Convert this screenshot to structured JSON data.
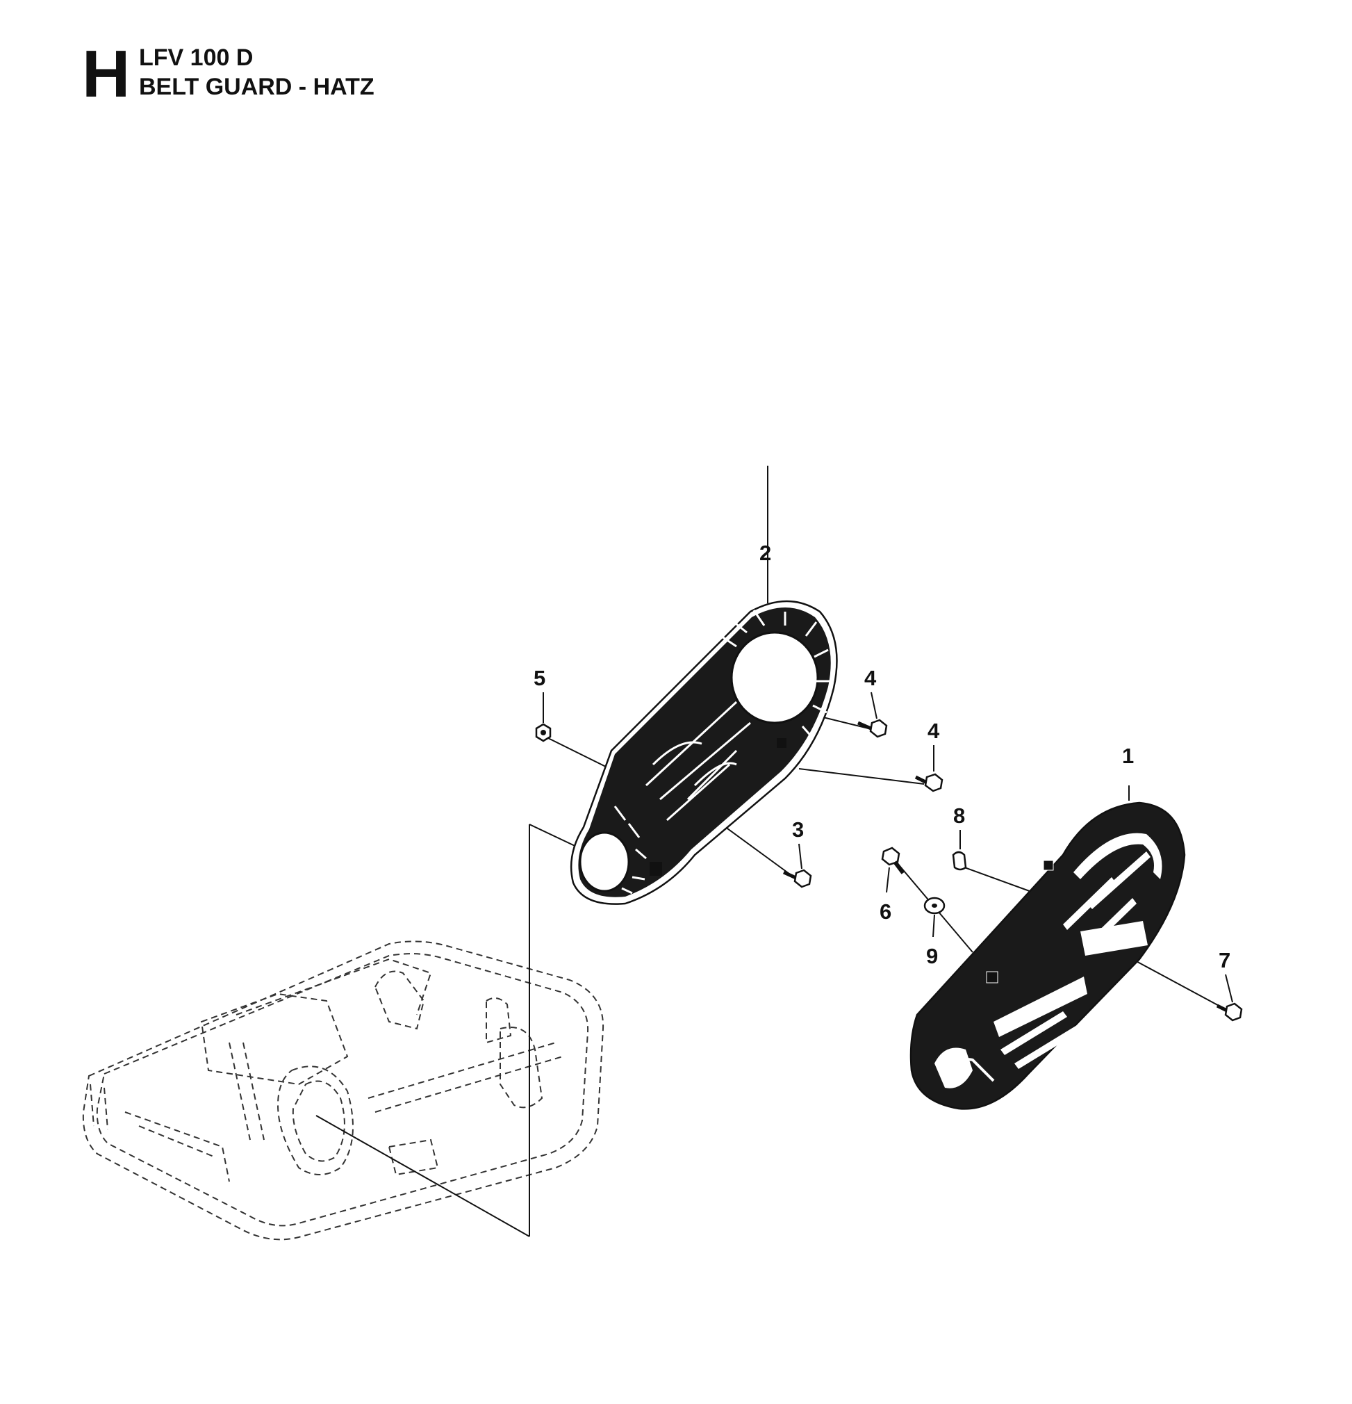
{
  "header": {
    "section_letter": "H",
    "model": "LFV 100 D",
    "title": "BELT GUARD - HATZ"
  },
  "callouts": [
    {
      "id": "1",
      "label": "1"
    },
    {
      "id": "2",
      "label": "2"
    },
    {
      "id": "3",
      "label": "3"
    },
    {
      "id": "4a",
      "label": "4"
    },
    {
      "id": "4b",
      "label": "4"
    },
    {
      "id": "5",
      "label": "5"
    },
    {
      "id": "6",
      "label": "6"
    },
    {
      "id": "7",
      "label": "7"
    },
    {
      "id": "8",
      "label": "8"
    },
    {
      "id": "9",
      "label": "9"
    }
  ],
  "colors": {
    "ink": "#111111",
    "background": "#ffffff",
    "dashed": "#333333"
  }
}
